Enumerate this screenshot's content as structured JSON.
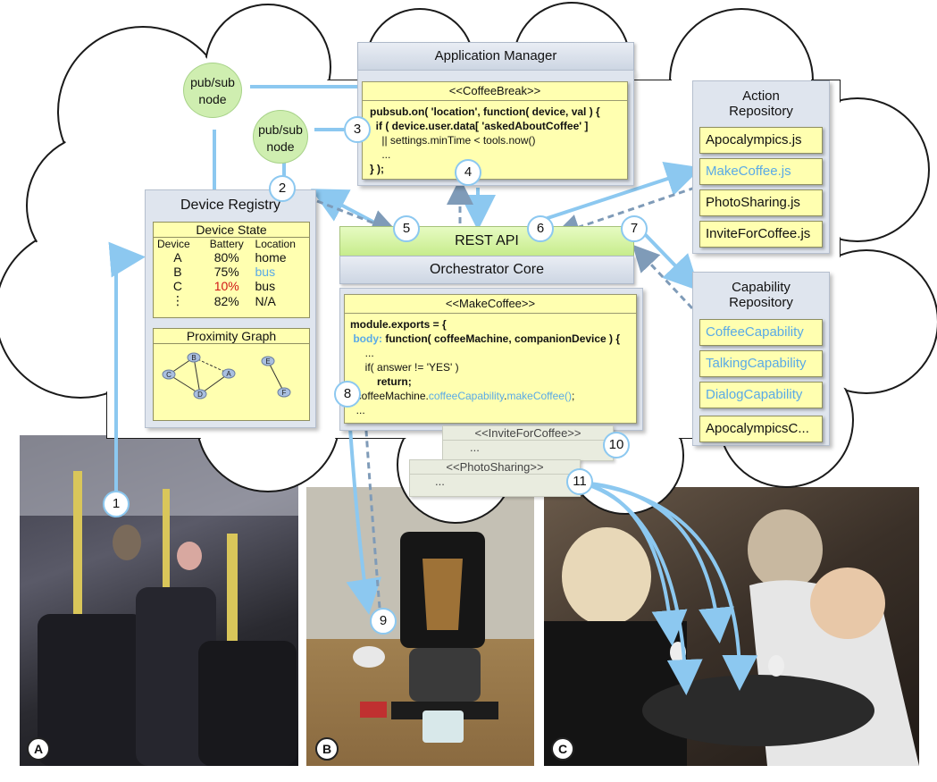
{
  "app_manager": "Application Manager",
  "coffee_break": {
    "title": "<<CoffeeBreak>>",
    "lines": [
      "pubsub.on( 'location', function( device, val ) {",
      "  if ( device.user.data[ 'askedAboutCoffee' ]",
      "    || settings.minTime < tools.now()",
      "    ...",
      "} );"
    ]
  },
  "pubsub": {
    "label1": "pub/sub",
    "label2": "node"
  },
  "device_registry": {
    "title": "Device Registry",
    "device_state": {
      "title": "Device State",
      "headers": [
        "Device",
        "Battery",
        "Location"
      ],
      "rows": [
        {
          "device": "A",
          "battery": "80%",
          "location": "home"
        },
        {
          "device": "B",
          "battery": "75%",
          "location": "bus"
        },
        {
          "device": "C",
          "battery": "10%",
          "location": "bus"
        },
        {
          "device": "⋮",
          "battery": "82%",
          "location": "N/A"
        }
      ]
    },
    "proximity_graph": {
      "title": "Proximity Graph",
      "nodes": [
        "A",
        "B",
        "C",
        "D",
        "E",
        "F"
      ]
    }
  },
  "rest_api": "REST API",
  "orchestrator": "Orchestrator Core",
  "make_coffee": {
    "title": "<<MakeCoffee>>",
    "line1": "module.exports = {",
    "line2a": "body:",
    "line2b": " function( coffeeMachine, companionDevice ) {",
    "line3": "  ...",
    "line4": "  if( answer != 'YES' )",
    "line5": "      return;",
    "line6a": "coffeeMachine.",
    "line6b": "coffeeCapability",
    "line6c": ".",
    "line6d": "makeCoffee()",
    "line6e": ";",
    "line7": "..."
  },
  "invite_for_coffee": {
    "title": "<<InviteForCoffee>>",
    "body": "..."
  },
  "photo_sharing": {
    "title": "<<PhotoSharing>>",
    "body": "..."
  },
  "action_repository": {
    "title1": "Action",
    "title2": "Repository",
    "items": [
      "Apocalympics.js",
      "MakeCoffee.js",
      "PhotoSharing.js",
      "InviteForCoffee.js"
    ]
  },
  "capability_repository": {
    "title1": "Capability",
    "title2": "Repository",
    "items": [
      "CoffeeCapability",
      "TalkingCapability",
      "DialogCapability",
      "ApocalympicsC..."
    ]
  },
  "numbers": [
    "1",
    "2",
    "3",
    "4",
    "5",
    "6",
    "7",
    "8",
    "9",
    "10",
    "11"
  ],
  "photo_letters": [
    "A",
    "B",
    "C"
  ],
  "colors": {
    "accent": "#8cc8f0",
    "dashed": "#7f9bb8",
    "code_bg": "#ffffb0",
    "rest_bg": "#d9f5a8"
  }
}
